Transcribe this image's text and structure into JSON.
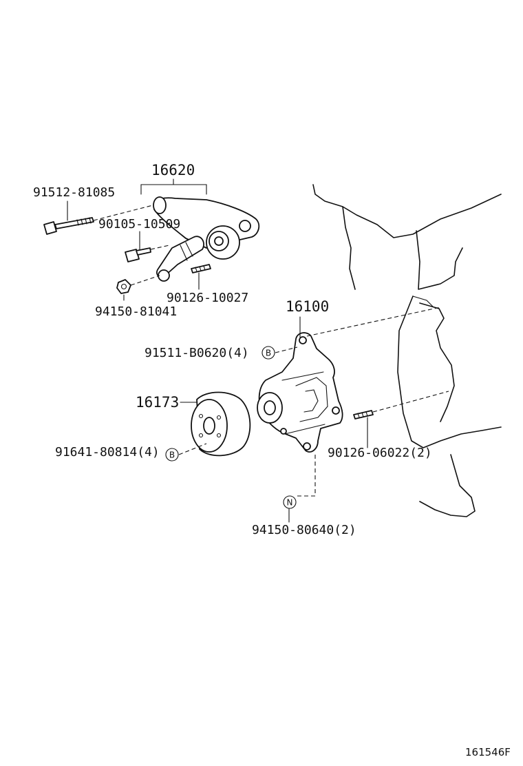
{
  "diagram": {
    "part_numbers": {
      "p16620": "16620",
      "p91512": "91512-81085",
      "p90105": "90105-10509",
      "p90126a": "90126-10027",
      "p94150a": "94150-81041",
      "p16100": "16100",
      "p91511": "91511-B0620(4)",
      "p16173": "16173",
      "p91641": "91641-80814(4)",
      "p90126b": "90126-06022(2)",
      "p94150b": "94150-80640(2)"
    },
    "symbols": {
      "b_upper": "B",
      "b_lower": "B",
      "n_marker": "N"
    },
    "reference_code": "161546F"
  }
}
